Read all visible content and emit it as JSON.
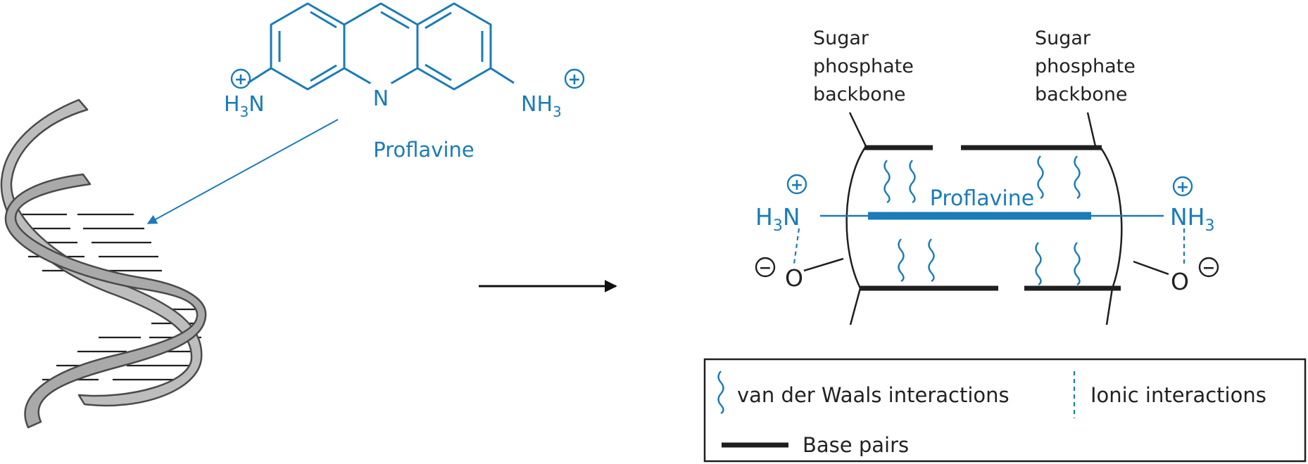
{
  "colors": {
    "accent": "#1a7bb8",
    "ink": "#1f1f1f",
    "ribbon_fill": "#bdbdbd",
    "ribbon_edge": "#4a4a4a"
  },
  "molecule": {
    "name": "Proflavine",
    "ring_nitrogen": "N",
    "left_amine": {
      "main": "H",
      "sub": "3",
      "tail": "N"
    },
    "right_amine": {
      "main": "NH",
      "sub": "3"
    },
    "charge": "+"
  },
  "intercalation": {
    "backbone_left": [
      "Sugar",
      "phosphate",
      "backbone"
    ],
    "backbone_right": [
      "Sugar",
      "phosphate",
      "backbone"
    ],
    "drug_label": "Proflavine",
    "left_amine": {
      "main": "H",
      "sub": "3",
      "tail": "N"
    },
    "right_amine": {
      "main": "NH",
      "sub": "3"
    },
    "positive_charge": "+",
    "negative_charge": "−",
    "oxygen": "O"
  },
  "legend": {
    "vdw_label": "van der Waals interactions",
    "ionic_label": "Ionic interactions",
    "base_pairs_label": "Base pairs"
  }
}
